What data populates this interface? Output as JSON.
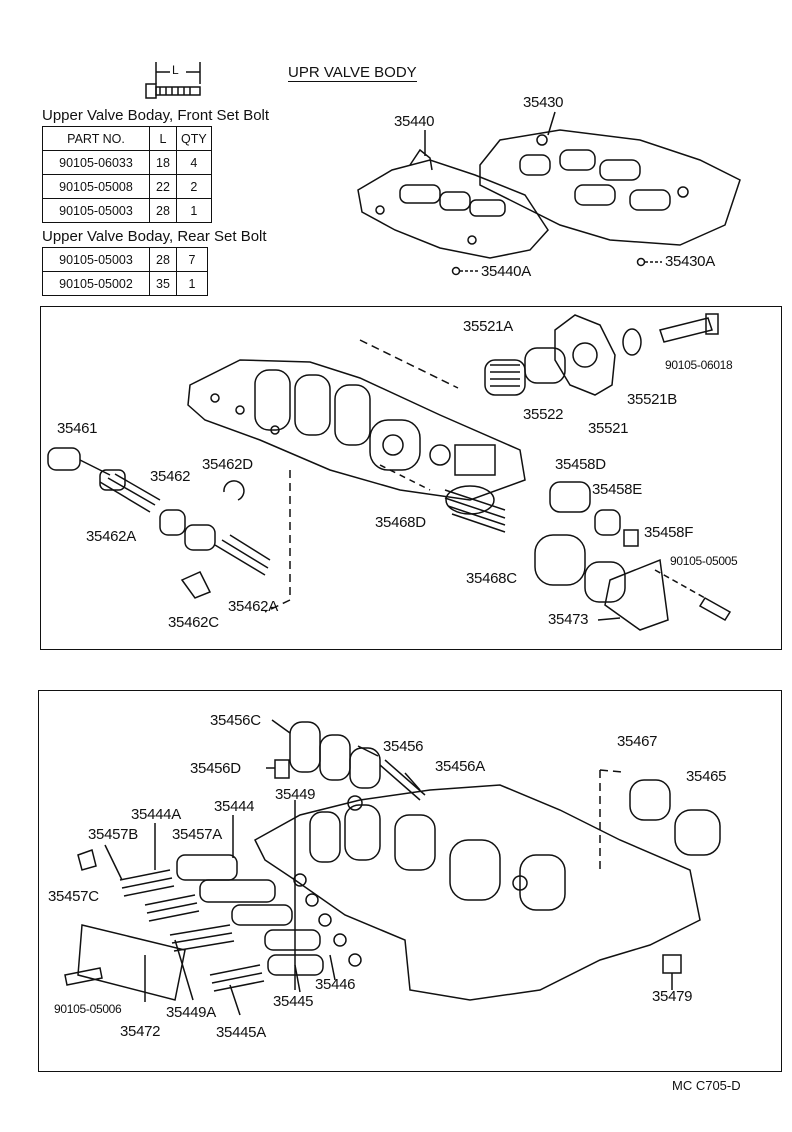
{
  "header": {
    "title": "UPR VALVE BODY",
    "bolt_dim_label": "L"
  },
  "front_table": {
    "caption": "Upper Valve Boday, Front Set Bolt",
    "columns": [
      "PART NO.",
      "L",
      "QTY"
    ],
    "rows": [
      [
        "90105-06033",
        "18",
        "4"
      ],
      [
        "90105-05008",
        "22",
        "2"
      ],
      [
        "90105-05003",
        "28",
        "1"
      ]
    ]
  },
  "rear_table": {
    "caption": "Upper Valve Boday, Rear Set Bolt",
    "rows": [
      [
        "90105-05003",
        "28",
        "7"
      ],
      [
        "90105-05002",
        "35",
        "1"
      ]
    ]
  },
  "top_labels": {
    "a": "35440",
    "b": "35430",
    "c": "35440A",
    "d": "35430A"
  },
  "middle_labels": {
    "l35521A": "35521A",
    "l35522": "35522",
    "l35521": "35521",
    "l35521B": "35521B",
    "l06018": "90105-06018",
    "l35461": "35461",
    "l35462": "35462",
    "l35462D": "35462D",
    "l35462A_1": "35462A",
    "l35462A_2": "35462A",
    "l35462C": "35462C",
    "l35458D": "35458D",
    "l35458E": "35458E",
    "l35458F": "35458F",
    "l35468D": "35468D",
    "l35468C": "35468C",
    "l05005": "90105-05005",
    "l35473": "35473"
  },
  "bottom_labels": {
    "l35456C": "35456C",
    "l35456": "35456",
    "l35456D": "35456D",
    "l35456A": "35456A",
    "l35467": "35467",
    "l35465": "35465",
    "l35444A": "35444A",
    "l35444": "35444",
    "l35449": "35449",
    "l35457B": "35457B",
    "l35457A": "35457A",
    "l35457C": "35457C",
    "l05006": "90105-05006",
    "l35472": "35472",
    "l35449A": "35449A",
    "l35445": "35445",
    "l35446": "35446",
    "l35445A": "35445A",
    "l35479": "35479"
  },
  "footer": {
    "code": "MC  C705-D"
  }
}
